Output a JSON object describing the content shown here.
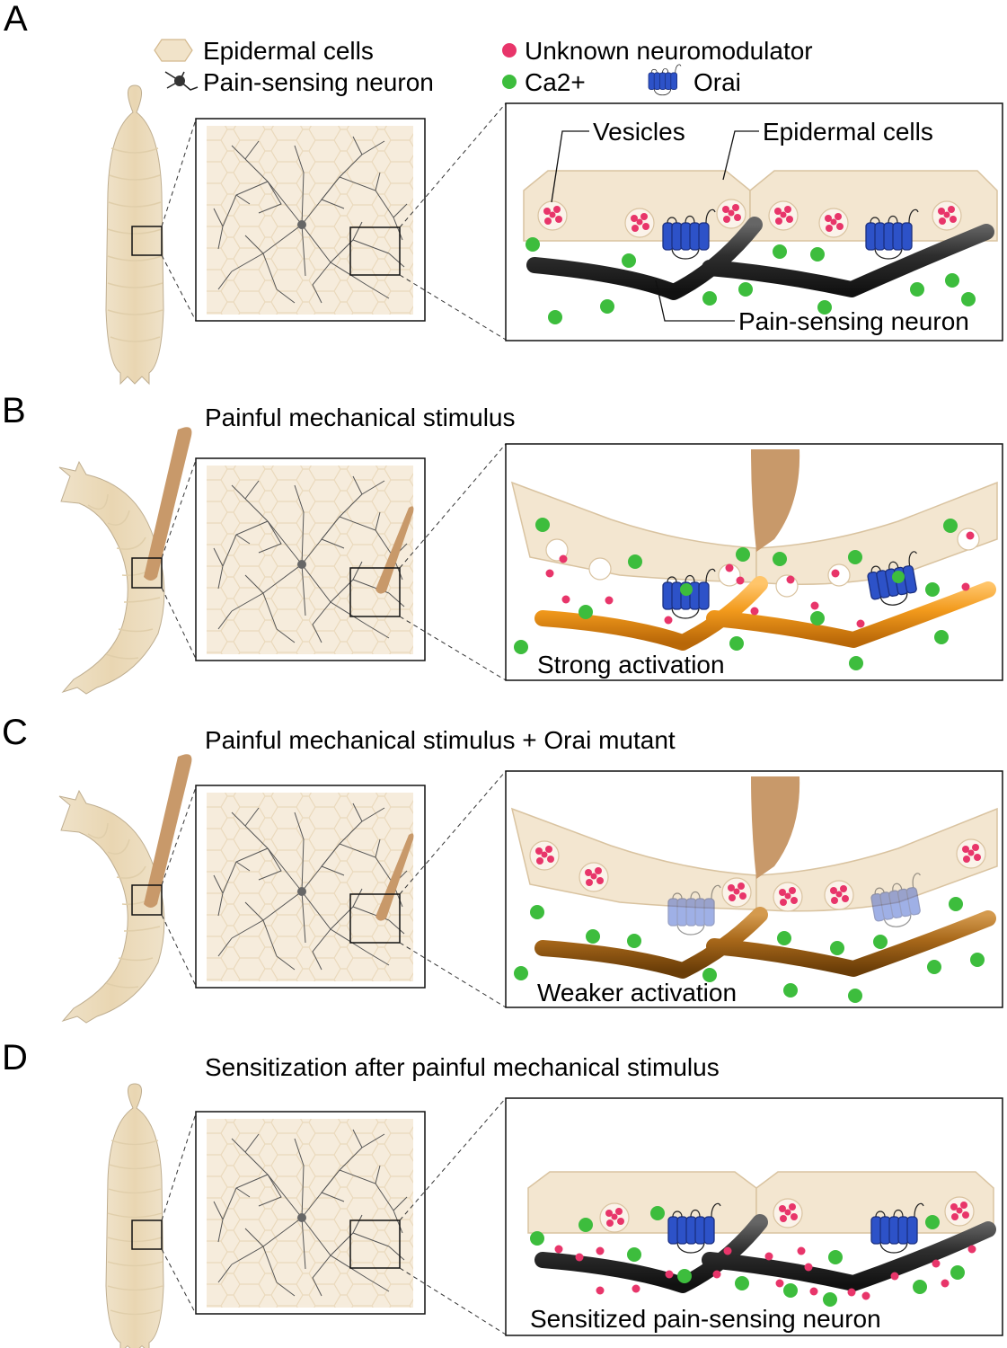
{
  "legend": {
    "epidermal_cells": "Epidermal cells",
    "pain_neuron": "Pain-sensing neuron",
    "neuromodulator": "Unknown neuromodulator",
    "calcium": "Ca2+",
    "orai": "Orai"
  },
  "panels": [
    {
      "letter": "A",
      "title": "",
      "callout_vesicles": "Vesicles",
      "callout_epidermal": "Epidermal cells",
      "callout_neuron": "Pain-sensing neuron",
      "caption": ""
    },
    {
      "letter": "B",
      "title": "Painful mechanical stimulus",
      "caption": "Strong activation"
    },
    {
      "letter": "C",
      "title": "Painful mechanical stimulus + Orai mutant",
      "caption": "Weaker activation"
    },
    {
      "letter": "D",
      "title": "Sensitization after painful mechanical stimulus",
      "caption": "Sensitized pain-sensing neuron"
    }
  ],
  "colors": {
    "epidermis_fill": "#f3e6d0",
    "epidermis_stroke": "#d9c3a0",
    "neuron_rest": "#333333",
    "neuron_strong": "#f29a1c",
    "neuron_weak": "#a8681a",
    "calcium": "#3dbd3d",
    "neuromodulator": "#e8356a",
    "orai": "#2d52c8",
    "orai_mutant": "#8e9fd8",
    "probe": "#c8996a"
  }
}
